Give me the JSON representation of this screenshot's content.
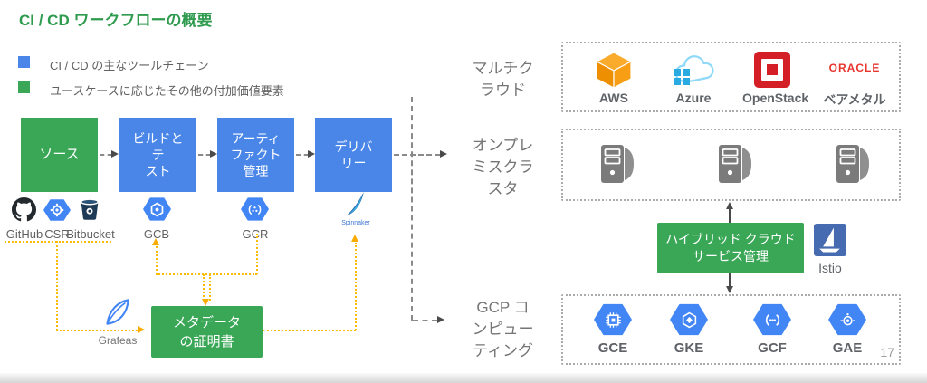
{
  "title": "CI / CD ワークフローの概要",
  "legend": {
    "items": [
      {
        "swatch_color": "#4a86e8",
        "label": "CI / CD の主なツールチェーン"
      },
      {
        "swatch_color": "#3aa757",
        "label": "ユースケースに応じたその他の付加価値要素"
      }
    ]
  },
  "pipeline": {
    "stages": [
      {
        "label": "ソース",
        "color": "#3aa757"
      },
      {
        "label": "ビルドと\nテ\nスト",
        "color": "#4a86e8"
      },
      {
        "label": "アーティ\nファクト\n管理",
        "color": "#4a86e8"
      },
      {
        "label": "デリバ\nリー",
        "color": "#4a86e8"
      }
    ],
    "tools": [
      {
        "label": "GitHub",
        "icon": "github-icon"
      },
      {
        "label": "CSR",
        "icon": "csr-hexagon-icon"
      },
      {
        "label": "Bitbucket",
        "icon": "bitbucket-icon"
      },
      {
        "label": "GCB",
        "icon": "gcb-hexagon-icon"
      },
      {
        "label": "GCR",
        "icon": "gcr-hexagon-icon"
      },
      {
        "label": "Spinnaker",
        "icon": "spinnaker-icon"
      }
    ]
  },
  "metadata_box": {
    "label": "メタデータ\nの証明書",
    "color": "#3aa757"
  },
  "grafeas": {
    "label": "Grafeas",
    "icon": "grafeas-feather-icon"
  },
  "targets": {
    "multicloud_label": "マルチク\nラウド",
    "onprem_label": "オンプレ\nミスクラ\nスタ",
    "gcp_label": "GCP コ\nンピュー\nティング"
  },
  "multicloud_panel": {
    "items": [
      {
        "label": "AWS",
        "icon": "aws-cube-icon"
      },
      {
        "label": "Azure",
        "icon": "azure-cloud-icon"
      },
      {
        "label": "OpenStack",
        "icon": "openstack-icon"
      },
      {
        "label": "ベアメタル",
        "logo_text": "ORACLE",
        "icon": "oracle-logo"
      }
    ]
  },
  "onprem_panel": {
    "icon": "server-icon",
    "servers": 3
  },
  "hybrid_box": {
    "label": "ハイブリッド クラウド\nサービス管理",
    "color": "#3aa757"
  },
  "istio": {
    "label": "Istio",
    "icon": "istio-sailboat-icon",
    "color": "#466bb0"
  },
  "gcp_panel": {
    "items": [
      {
        "label": "GCE",
        "icon": "gce-hexagon-icon"
      },
      {
        "label": "GKE",
        "icon": "gke-hexagon-icon"
      },
      {
        "label": "GCF",
        "icon": "gcf-hexagon-icon"
      },
      {
        "label": "GAE",
        "icon": "gae-hexagon-icon"
      }
    ]
  },
  "page_number": "17",
  "colors": {
    "title_green": "#2e9b4e",
    "box_green": "#3aa757",
    "box_blue": "#4a86e8",
    "hexagon_blue": "#4285f4",
    "connector_orange": "#fbbc04",
    "connector_gray": "#8a8a8a",
    "label_gray": "#757575",
    "oracle_red": "#e8352e",
    "openstack_red": "#d41f26",
    "aws_orange": "#f79400",
    "istio_blue": "#466bb0"
  }
}
